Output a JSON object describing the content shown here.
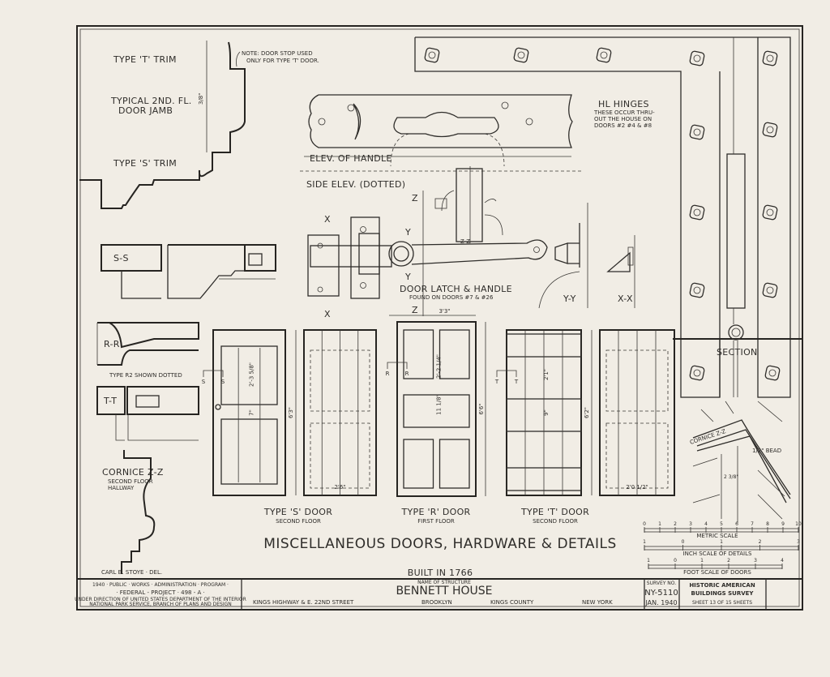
{
  "sheet": {
    "title": "MISCELLANEOUS DOORS, HARDWARE & DETAILS",
    "built": "BUILT IN 1766",
    "delineator": "CARL B. STOYE · DEL."
  },
  "details": {
    "type_t_trim": "TYPE 'T' TRIM",
    "jamb_line1": "TYPICAL 2ND. FL.",
    "jamb_line2": "DOOR JAMB",
    "type_s_trim": "TYPE 'S' TRIM",
    "jamb_dim": "3/8\"",
    "note_line1": "NOTE: DOOR STOP USED",
    "note_line2": "ONLY FOR TYPE 'T' DOOR.",
    "ss": "S-S",
    "rr": "R-R",
    "rr_note": "TYPE R2 SHOWN DOTTED",
    "tt": "T-T",
    "cornice": "CORNICE Z-Z",
    "cornice_sub1": "SECOND FLOOR",
    "cornice_sub2": "HALLWAY"
  },
  "hardware": {
    "elev_handle": "ELEV. OF HANDLE",
    "side_elev": "SIDE ELEV. (DOTTED)",
    "hinges_title": "HL HINGES",
    "hinges_line1": "THESE OCCUR THRU-",
    "hinges_line2": "OUT THE HOUSE ON",
    "hinges_line3": "DOORS #2 #4 & #8",
    "latch_title": "DOOR LATCH & HANDLE",
    "latch_sub": "FOUND ON DOORS #7 & #26",
    "x": "X",
    "y": "Y",
    "z": "Z",
    "zz": "Z-Z",
    "yy": "Y-Y",
    "xx": "X-X",
    "section": "SECTION",
    "cornice_zz": "CORNICE Z-Z",
    "bead": "1/2\" BEAD",
    "bead_dim": "2 3/8\""
  },
  "doors": [
    {
      "type": "TYPE 'S' DOOR",
      "floor": "SECOND FLOOR",
      "height": "6'3\"",
      "width": "2'6\"",
      "panel": "2'-3 5/8\"",
      "rail": "7\"",
      "cut": "S"
    },
    {
      "type": "TYPE 'R' DOOR",
      "floor": "FIRST FLOOR",
      "height": "6'6\"",
      "width": "3'3\"",
      "panel": "2'-2 1/4\"",
      "rail": "11 1/8\"",
      "cut": "R"
    },
    {
      "type": "TYPE 'T' DOOR",
      "floor": "SECOND FLOOR",
      "height": "6'2\"",
      "width": "2'0 1/2\"",
      "panel": "2'1\"",
      "rail": "9\"",
      "cut": "T"
    }
  ],
  "scales": {
    "metric_ticks": [
      "0",
      "1",
      "2",
      "3",
      "4",
      "5",
      "6",
      "7",
      "8",
      "9",
      "10"
    ],
    "metric_label": "METRIC SCALE",
    "inch_ticks": [
      "1",
      "0",
      "1",
      "2",
      "3"
    ],
    "inch_label": "INCH SCALE OF DETAILS",
    "foot_ticks": [
      "1",
      "0",
      "1",
      "2",
      "3",
      "4"
    ],
    "foot_label": "FOOT SCALE OF DOORS"
  },
  "titleblock": {
    "program1": "1940 · PUBLIC · WORKS · ADMINISTRATION · PROGRAM ·",
    "program2": "· FEDERAL - PROJECT · 498 - A ·",
    "program3": "UNDER DIRECTION OF UNITED STATES DEPARTMENT OF THE INTERIOR",
    "program4": "NATIONAL PARK SERVICE, BRANCH OF PLANS AND DESIGN",
    "name_label": "NAME OF STRUCTURE",
    "name": "BENNETT HOUSE",
    "address": "KINGS HIGHWAY & E. 22ND STREET",
    "city": "BROOKLYN",
    "county": "KINGS COUNTY",
    "state": "NEW YORK",
    "survey_label": "SURVEY NO.",
    "survey_no": "NY-5110",
    "date": "JAN. 1940",
    "habs1": "HISTORIC AMERICAN",
    "habs2": "BUILDINGS SURVEY",
    "sheet_no": "SHEET 13 OF 15 SHEETS"
  }
}
